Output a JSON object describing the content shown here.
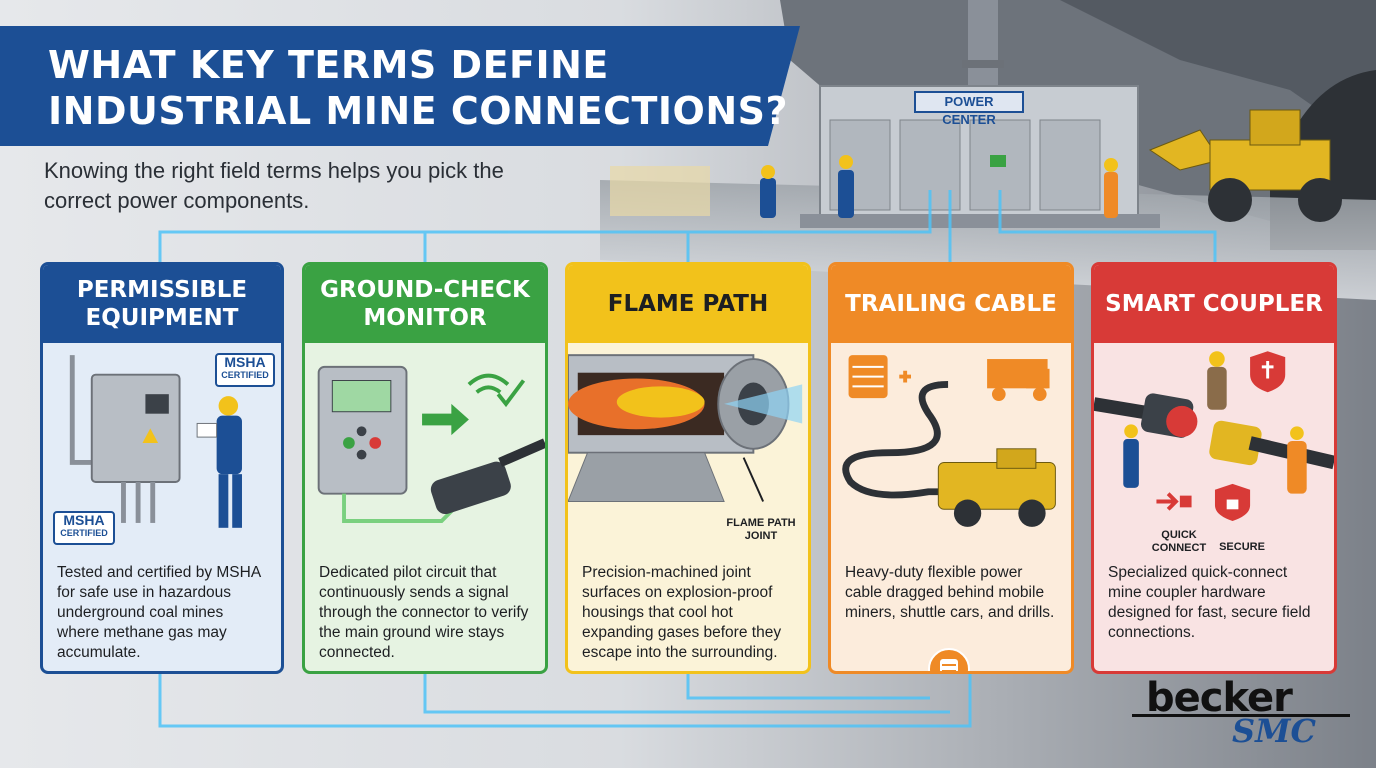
{
  "header": {
    "title": "WHAT KEY TERMS DEFINE INDUSTRIAL MINE CONNECTIONS?",
    "subtitle": "Knowing the right field terms helps you pick the correct power components."
  },
  "scene": {
    "power_center_label": "POWER CENTER"
  },
  "cards": [
    {
      "title": "PERMISSIBLE EQUIPMENT",
      "color": "#1c4f95",
      "badge_top": "MSHA",
      "badge_top_sub": "CERTIFIED",
      "badge_bottom": "MSHA",
      "badge_bottom_sub": "CERTIFIED",
      "description": "Tested and certified by MSHA for safe use in hazardous underground coal mines where methane gas may accumulate."
    },
    {
      "title": "GROUND-CHECK MONITOR",
      "color": "#3aa243",
      "description": "Dedicated pilot circuit that continuously sends a signal through the connector to verify the main ground wire stays connected."
    },
    {
      "title": "FLAME PATH",
      "color": "#f2c21b",
      "illus_label": "FLAME PATH JOINT",
      "description": "Precision-machined joint surfaces on explosion-proof housings that cool hot expanding gases before they escape into the surrounding."
    },
    {
      "title": "TRAILING CABLE",
      "color": "#ef8a26",
      "description": "Heavy-duty flexible power cable dragged behind mobile miners, shuttle cars, and drills."
    },
    {
      "title": "SMART COUPLER",
      "color": "#d83a37",
      "label_quick": "QUICK CONNECT",
      "label_secure": "SECURE",
      "description": "Specialized quick-connect mine coupler hardware designed for fast, secure field connections."
    }
  ],
  "logo": {
    "main": "becker",
    "sub": "SMC"
  }
}
